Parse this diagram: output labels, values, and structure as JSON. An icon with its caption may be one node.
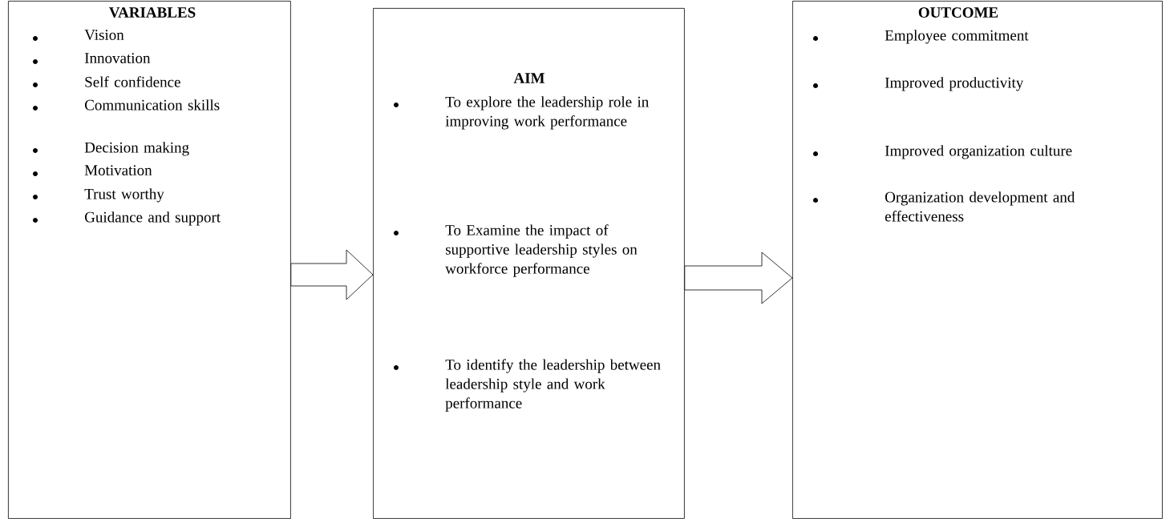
{
  "diagram": {
    "nodes": [
      {
        "text": [
          "VARIABLES",
          "Vision",
          "Innovation",
          "Self confidence",
          "Communication skills",
          "Decision making",
          "Motivation",
          "Trust worthy",
          "Guidance and support"
        ]
      },
      {
        "text": [
          "AIM",
          "To explore the leadership role in improving work performance",
          "To Examine the impact of supportive leadership styles on workforce performance",
          "To identify the leadership between leadership style and work performance"
        ]
      },
      {
        "text": [
          "OUTCOME",
          "Employee commitment",
          "Improved productivity",
          "Improved organization culture",
          "Organization development and effectiveness"
        ]
      }
    ],
    "edges": [
      {
        "from": 0,
        "to": 1,
        "arrow": "to"
      },
      {
        "from": 1,
        "to": 2,
        "arrow": "to"
      }
    ]
  }
}
